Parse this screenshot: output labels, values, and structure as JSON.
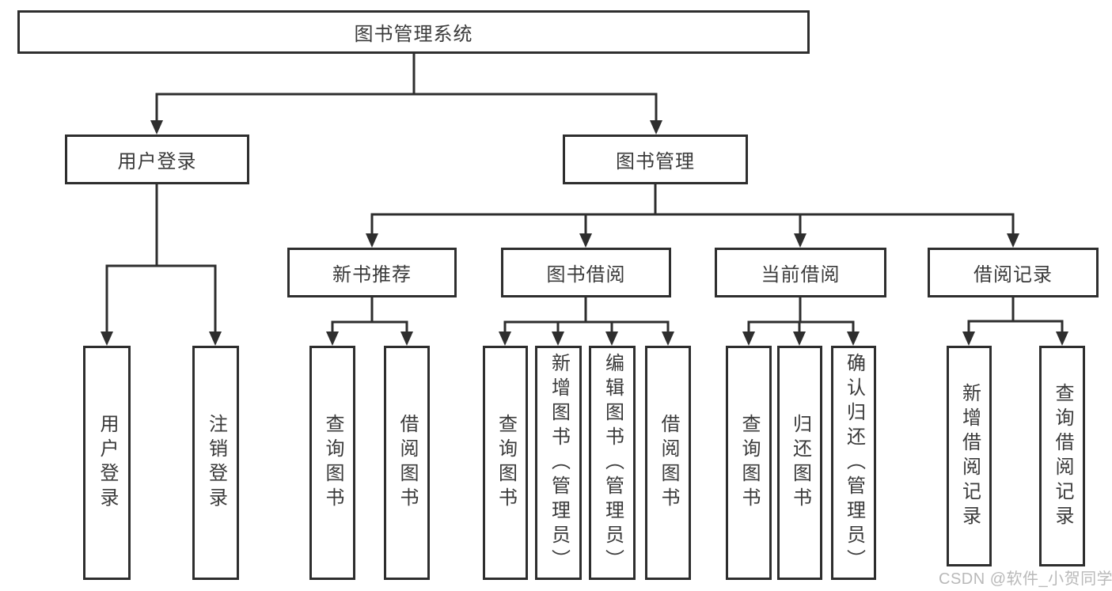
{
  "diagram": {
    "tree": {
      "label": "图书管理系统",
      "children": [
        {
          "label": "用户登录",
          "children": [
            {
              "label": "用户登录"
            },
            {
              "label": "注销登录"
            }
          ]
        },
        {
          "label": "图书管理",
          "children": [
            {
              "label": "新书推荐",
              "children": [
                {
                  "label": "查询图书"
                },
                {
                  "label": "借阅图书"
                }
              ]
            },
            {
              "label": "图书借阅",
              "children": [
                {
                  "label": "查询图书"
                },
                {
                  "label": "新增图书（管理员）"
                },
                {
                  "label": "编辑图书（管理员）"
                },
                {
                  "label": "借阅图书"
                }
              ]
            },
            {
              "label": "当前借阅",
              "children": [
                {
                  "label": "查询图书"
                },
                {
                  "label": "归还图书"
                },
                {
                  "label": "确认归还（管理员）"
                }
              ]
            },
            {
              "label": "借阅记录",
              "children": [
                {
                  "label": "新增借阅记录"
                },
                {
                  "label": "查询借阅记录"
                }
              ]
            }
          ]
        }
      ]
    },
    "colors": {
      "line": "#2e2e2e",
      "text": "#3a3a3a",
      "background": "#ffffff",
      "watermark_text": "#b9b9b9"
    }
  },
  "watermark": {
    "text": "CSDN @软件_小贺同学"
  }
}
